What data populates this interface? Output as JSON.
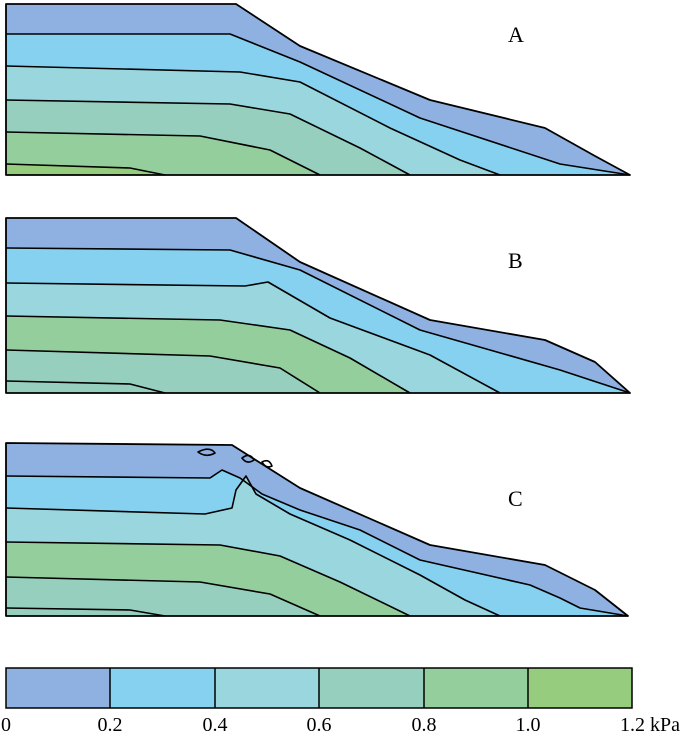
{
  "panels": [
    {
      "label": "A"
    },
    {
      "label": "B"
    },
    {
      "label": "C"
    }
  ],
  "colorbar": {
    "ticks": [
      "0",
      "0.2",
      "0.4",
      "0.6",
      "0.8",
      "1.0",
      "1.2 kPa"
    ],
    "colors": [
      "#8EB1E2",
      "#86D1EF",
      "#99D6DE",
      "#97CFBF",
      "#95CE9D",
      "#96CC7E"
    ]
  }
}
